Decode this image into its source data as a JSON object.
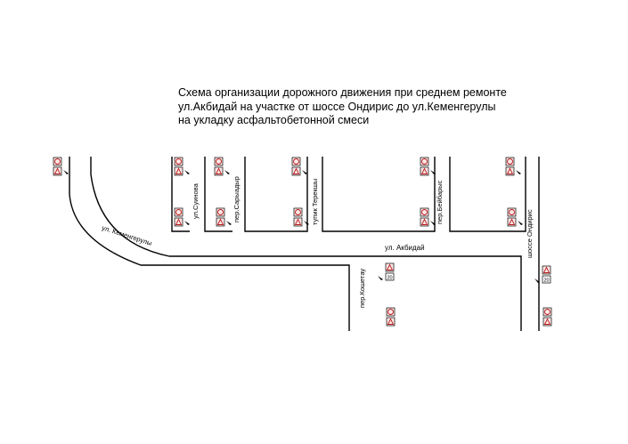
{
  "title": {
    "line1": "Схема организации дорожного движения при среднем ремонте",
    "line2": "ул.Акбидай на участке от шоссе Ондирис до ул.Кеменгерулы",
    "line3": "на укладку асфальтобетонной смеси"
  },
  "streets": {
    "kemengeruly": "ул. Кеменгерулы",
    "akbidai": "ул. Акбидай",
    "suinova": "ул.Суинова",
    "saryadyr": "пер.Сарыадыр",
    "tereshty": "тупик Терекшы",
    "beibarys": "пер.Бейбарыс",
    "ondiris": "шоссе Ондирис",
    "koshetau": "пер.Кошетау"
  },
  "signs": {
    "speed_limit": "20",
    "sign_color": "#b71c1c",
    "sign_fill": "#ffe6e6"
  }
}
